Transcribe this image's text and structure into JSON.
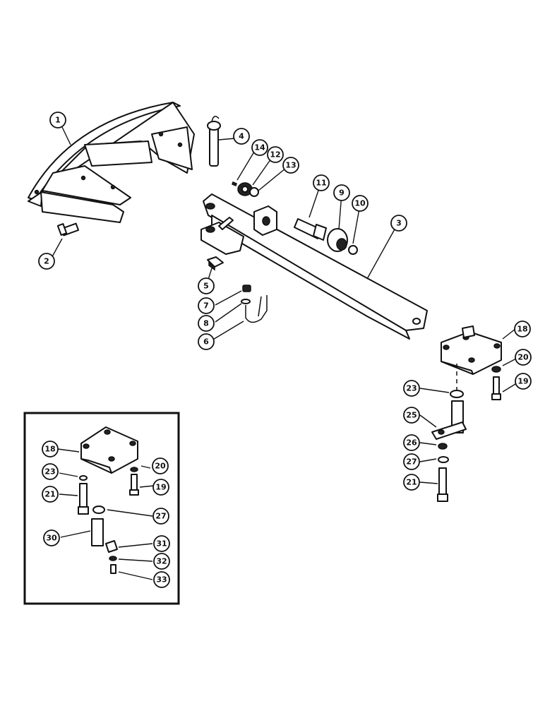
{
  "callouts": [
    {
      "id": "c1",
      "label": "1"
    },
    {
      "id": "c2",
      "label": "2"
    },
    {
      "id": "c3",
      "label": "3"
    },
    {
      "id": "c4",
      "label": "4"
    },
    {
      "id": "c5",
      "label": "5"
    },
    {
      "id": "c6",
      "label": "6"
    },
    {
      "id": "c7",
      "label": "7"
    },
    {
      "id": "c8",
      "label": "8"
    },
    {
      "id": "c9",
      "label": "9"
    },
    {
      "id": "c10",
      "label": "10"
    },
    {
      "id": "c11",
      "label": "11"
    },
    {
      "id": "c12",
      "label": "12"
    },
    {
      "id": "c13",
      "label": "13"
    },
    {
      "id": "c14",
      "label": "14"
    },
    {
      "id": "c18a",
      "label": "18"
    },
    {
      "id": "c19a",
      "label": "19"
    },
    {
      "id": "c20a",
      "label": "20"
    },
    {
      "id": "c21a",
      "label": "21"
    },
    {
      "id": "c23a",
      "label": "23"
    },
    {
      "id": "c25",
      "label": "25"
    },
    {
      "id": "c26",
      "label": "26"
    },
    {
      "id": "c27a",
      "label": "27"
    },
    {
      "id": "c18b",
      "label": "18"
    },
    {
      "id": "c19b",
      "label": "19"
    },
    {
      "id": "c20b",
      "label": "20"
    },
    {
      "id": "c21b",
      "label": "21"
    },
    {
      "id": "c23b",
      "label": "23"
    },
    {
      "id": "c27b",
      "label": "27"
    },
    {
      "id": "c30",
      "label": "30"
    },
    {
      "id": "c31",
      "label": "31"
    },
    {
      "id": "c32",
      "label": "32"
    },
    {
      "id": "c33",
      "label": "33"
    }
  ]
}
